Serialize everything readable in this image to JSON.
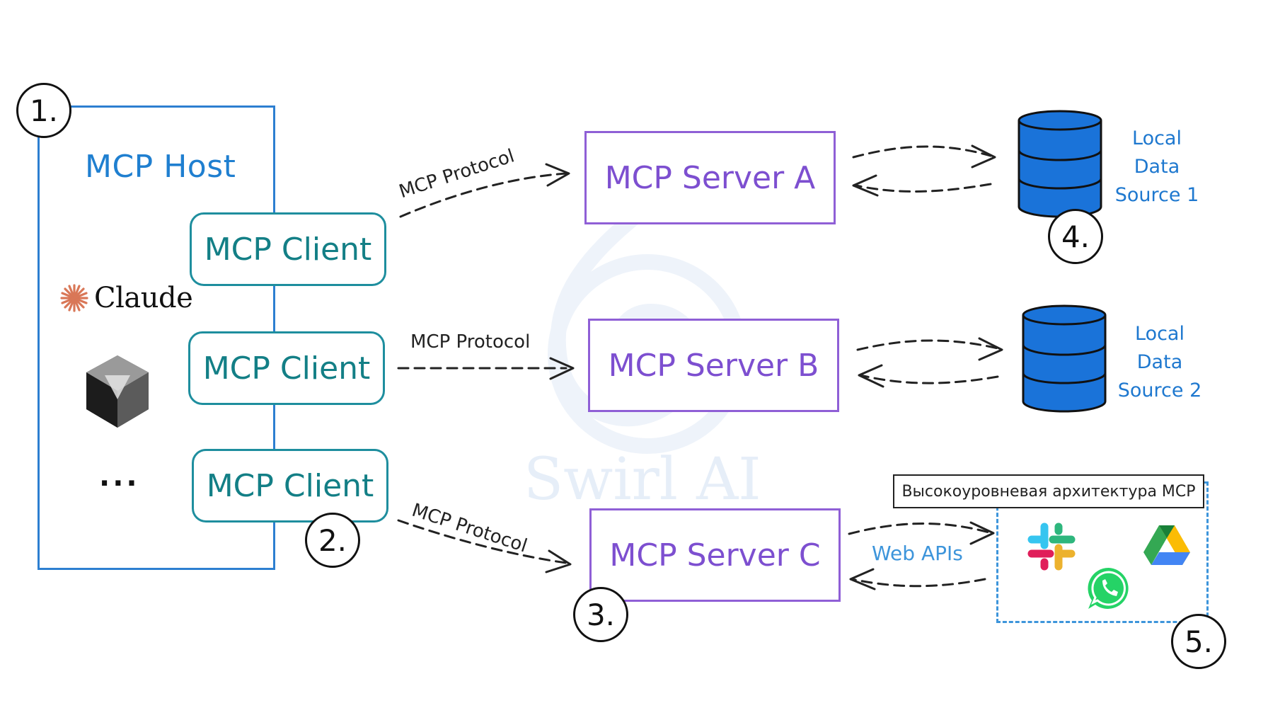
{
  "host": {
    "title": "MCP Host",
    "number": "1.",
    "clients": [
      "MCP Client",
      "MCP Client",
      "MCP Client"
    ],
    "apps": [
      {
        "name": "Claude",
        "icon": "claude-sunburst-icon"
      },
      {
        "name": "",
        "icon": "cube-logo-icon"
      }
    ],
    "more": "..."
  },
  "client_number": "2.",
  "protocol_label": "MCP Protocol",
  "servers": [
    {
      "label": "MCP Server A"
    },
    {
      "label": "MCP Server B"
    },
    {
      "label": "MCP Server C",
      "number": "3."
    }
  ],
  "data_sources": [
    {
      "lines": [
        "Local",
        "Data",
        "Source 1"
      ],
      "number": "4."
    },
    {
      "lines": [
        "Local",
        "Data",
        "Source 2"
      ]
    }
  ],
  "web": {
    "label": "Web APIs",
    "number": "5.",
    "caption": "Высокоуровневая архитектура MCP",
    "icons": [
      "slack-icon",
      "google-drive-icon",
      "whatsapp-icon"
    ]
  },
  "watermark": "Swirl AI",
  "colors": {
    "host": "#2d7fd1",
    "client": "#1e8e9e",
    "server": "#8f5fd6",
    "database": "#1a73d9",
    "web_apis": "#3d95db"
  }
}
